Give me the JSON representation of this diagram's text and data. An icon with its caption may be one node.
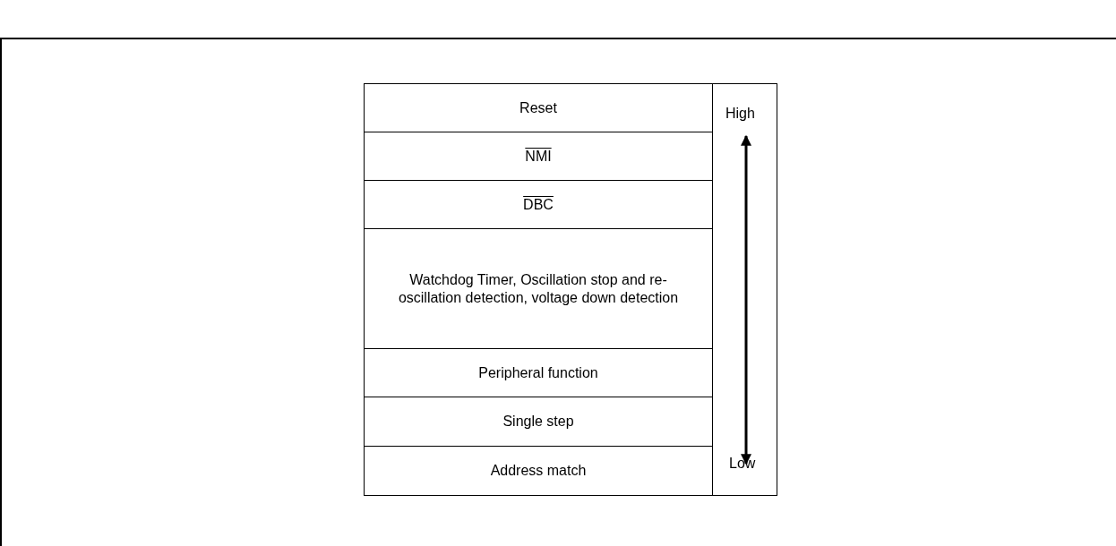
{
  "diagram": {
    "nodes": [
      {
        "text": [
          "Reset"
        ]
      },
      {
        "text": [
          "NMI"
        ]
      },
      {
        "text": [
          "DBC"
        ]
      },
      {
        "text": [
          "Watchdog Timer, Oscillation stop and re-oscillation detection, voltage down detection"
        ]
      },
      {
        "text": [
          "Peripheral function"
        ]
      },
      {
        "text": [
          "Single step"
        ]
      },
      {
        "text": [
          "Address match"
        ]
      }
    ],
    "edges": [],
    "labels": [
      "High",
      "Low"
    ]
  }
}
